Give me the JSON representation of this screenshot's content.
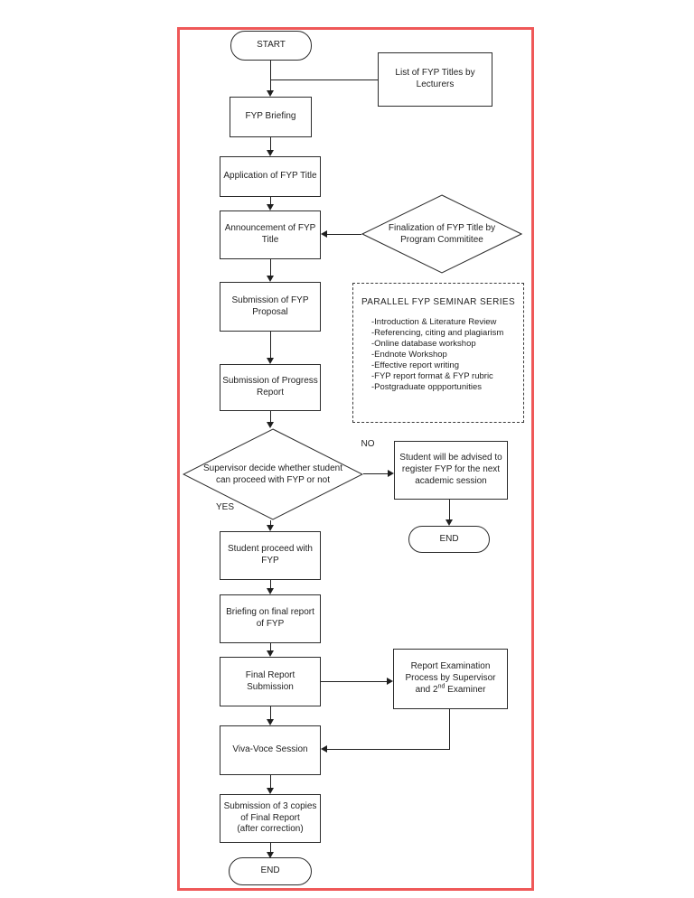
{
  "flowchart": {
    "nodes": {
      "start": "START",
      "list_titles": "List of FYP Titles by\nLecturers",
      "fyp_briefing": "FYP Briefing",
      "application": "Application of FYP Title",
      "announcement": "Announcement of FYP\nTitle",
      "finalization": "Finalization of FYP Title by\nProgram Commititee",
      "proposal": "Submission of FYP\nProposal",
      "progress": "Submission of Progress\nReport",
      "decision": "Supervisor decide whether student\ncan proceed with FYP or not",
      "advised": "Student will be advised to\nregister FYP for the next\nacademic session",
      "end_top": "END",
      "proceed": "Student proceed with\nFYP",
      "briefing_final": "Briefing on final report\nof FYP",
      "final_report": "Final Report\nSubmission",
      "report_exam": {
        "line1": "Report Examination",
        "line2": "Process by Supervisor",
        "line3_pre": "and 2",
        "line3_sup": "nd",
        "line3_post": " Examiner"
      },
      "viva": "Viva-Voce Session",
      "copies": "Submission of 3 copies\nof Final Report\n(after correction)",
      "end_bottom": "END"
    },
    "branch_labels": {
      "no": "NO",
      "yes": "YES"
    },
    "seminar": {
      "title": "PARALLEL FYP SEMINAR SERIES",
      "items": [
        "-Introduction & Literature Review",
        "-Referencing, citing and plagiarism",
        "-Online database workshop",
        "-Endnote Workshop",
        "-Effective report writing",
        "-FYP report format & FYP rubric",
        "-Postgraduate oppportunities"
      ]
    },
    "colors": {
      "frame": "#ef5858",
      "line": "#1f1f1f"
    }
  }
}
